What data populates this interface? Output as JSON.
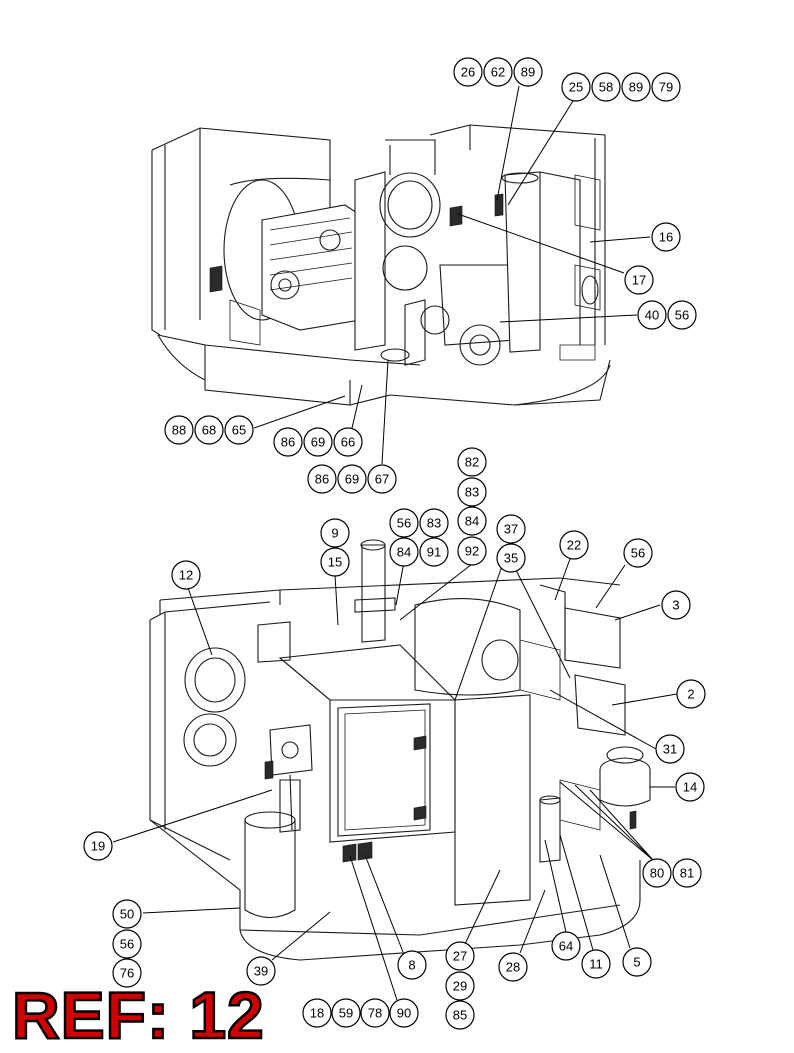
{
  "reference_label": "REF: 12",
  "colors": {
    "ref_fill": "#d10000",
    "ref_outline": "#000000",
    "line": "#1a1a1a"
  },
  "callouts_top": [
    "26",
    "62",
    "89",
    "25",
    "58",
    "89",
    "79",
    "16",
    "17",
    "40",
    "56",
    "88",
    "68",
    "65",
    "86",
    "69",
    "66",
    "86",
    "69",
    "67"
  ],
  "callouts_bottom": [
    "82",
    "83",
    "84",
    "92",
    "56",
    "83",
    "84",
    "91",
    "9",
    "15",
    "37",
    "35",
    "22",
    "56",
    "3",
    "12",
    "2",
    "31",
    "14",
    "19",
    "80",
    "81",
    "50",
    "56",
    "76",
    "39",
    "8",
    "27",
    "29",
    "85",
    "28",
    "64",
    "11",
    "5",
    "18",
    "59",
    "78",
    "90"
  ]
}
